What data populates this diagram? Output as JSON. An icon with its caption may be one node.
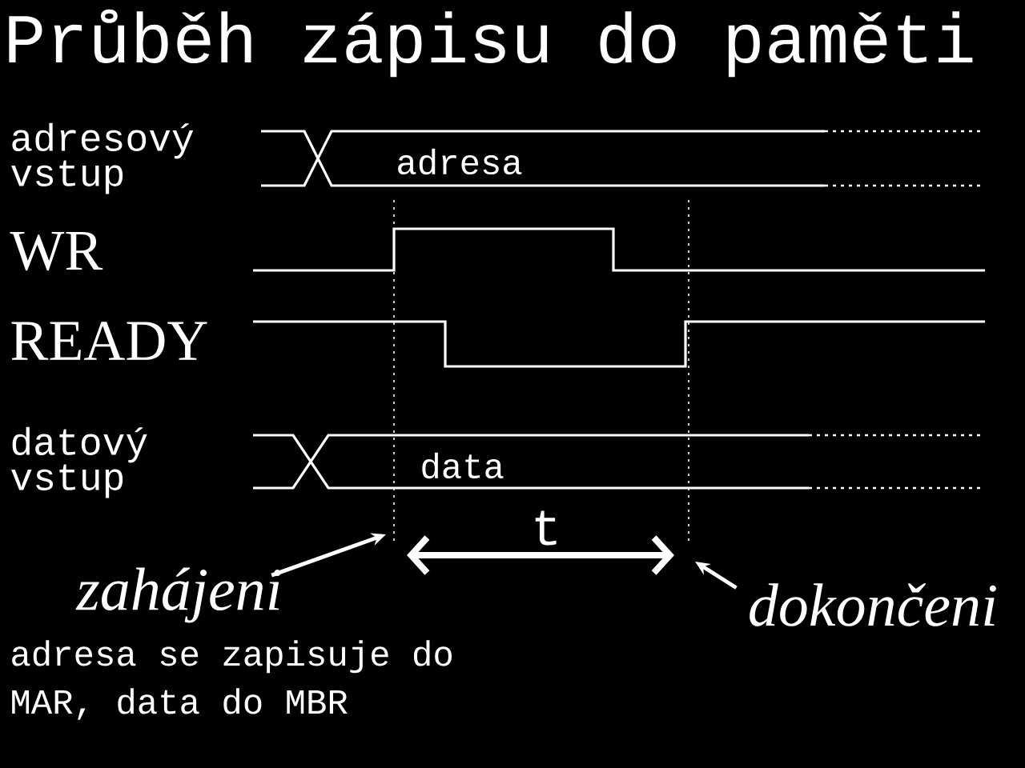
{
  "diagram": {
    "title": "Průběh zápisu do paměti",
    "nodes": [
      {
        "text": [
          "zahájeni"
        ]
      },
      {
        "text": [
          "dokončeni"
        ]
      }
    ],
    "edges": [
      {
        "from": 0,
        "to": null,
        "arrow": "to"
      },
      {
        "from": 1,
        "to": null,
        "arrow": "to"
      }
    ],
    "labels": [
      "adresový vstup",
      "adresa",
      "WR",
      "READY",
      "datový vstup",
      "data",
      "t",
      "adresa se zapisuje do MAR, data do MBR"
    ]
  }
}
